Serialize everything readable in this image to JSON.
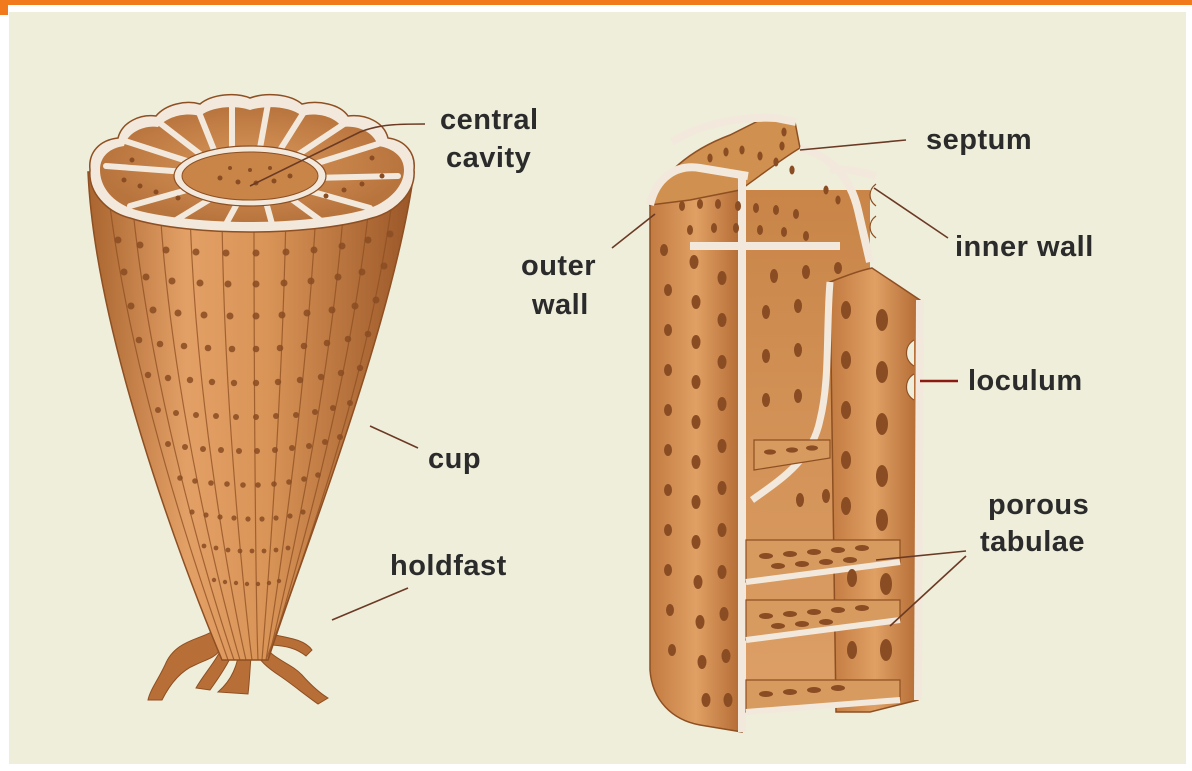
{
  "colors": {
    "accent": "#f07a1c",
    "background": "#efeedb",
    "body": "#c9834a",
    "wall_edge": "#f2e9dc",
    "pore": "#8a4c22",
    "leader": "#6b3a24",
    "loculum_leader": "#8b1a10"
  },
  "labels": {
    "central": "central",
    "cavity": "cavity",
    "cup": "cup",
    "holdfast": "holdfast",
    "septum": "septum",
    "inner_wall": "inner wall",
    "outer": "outer",
    "wall": "wall",
    "loculum": "loculum",
    "porous": "porous",
    "tabulae": "tabulae"
  }
}
